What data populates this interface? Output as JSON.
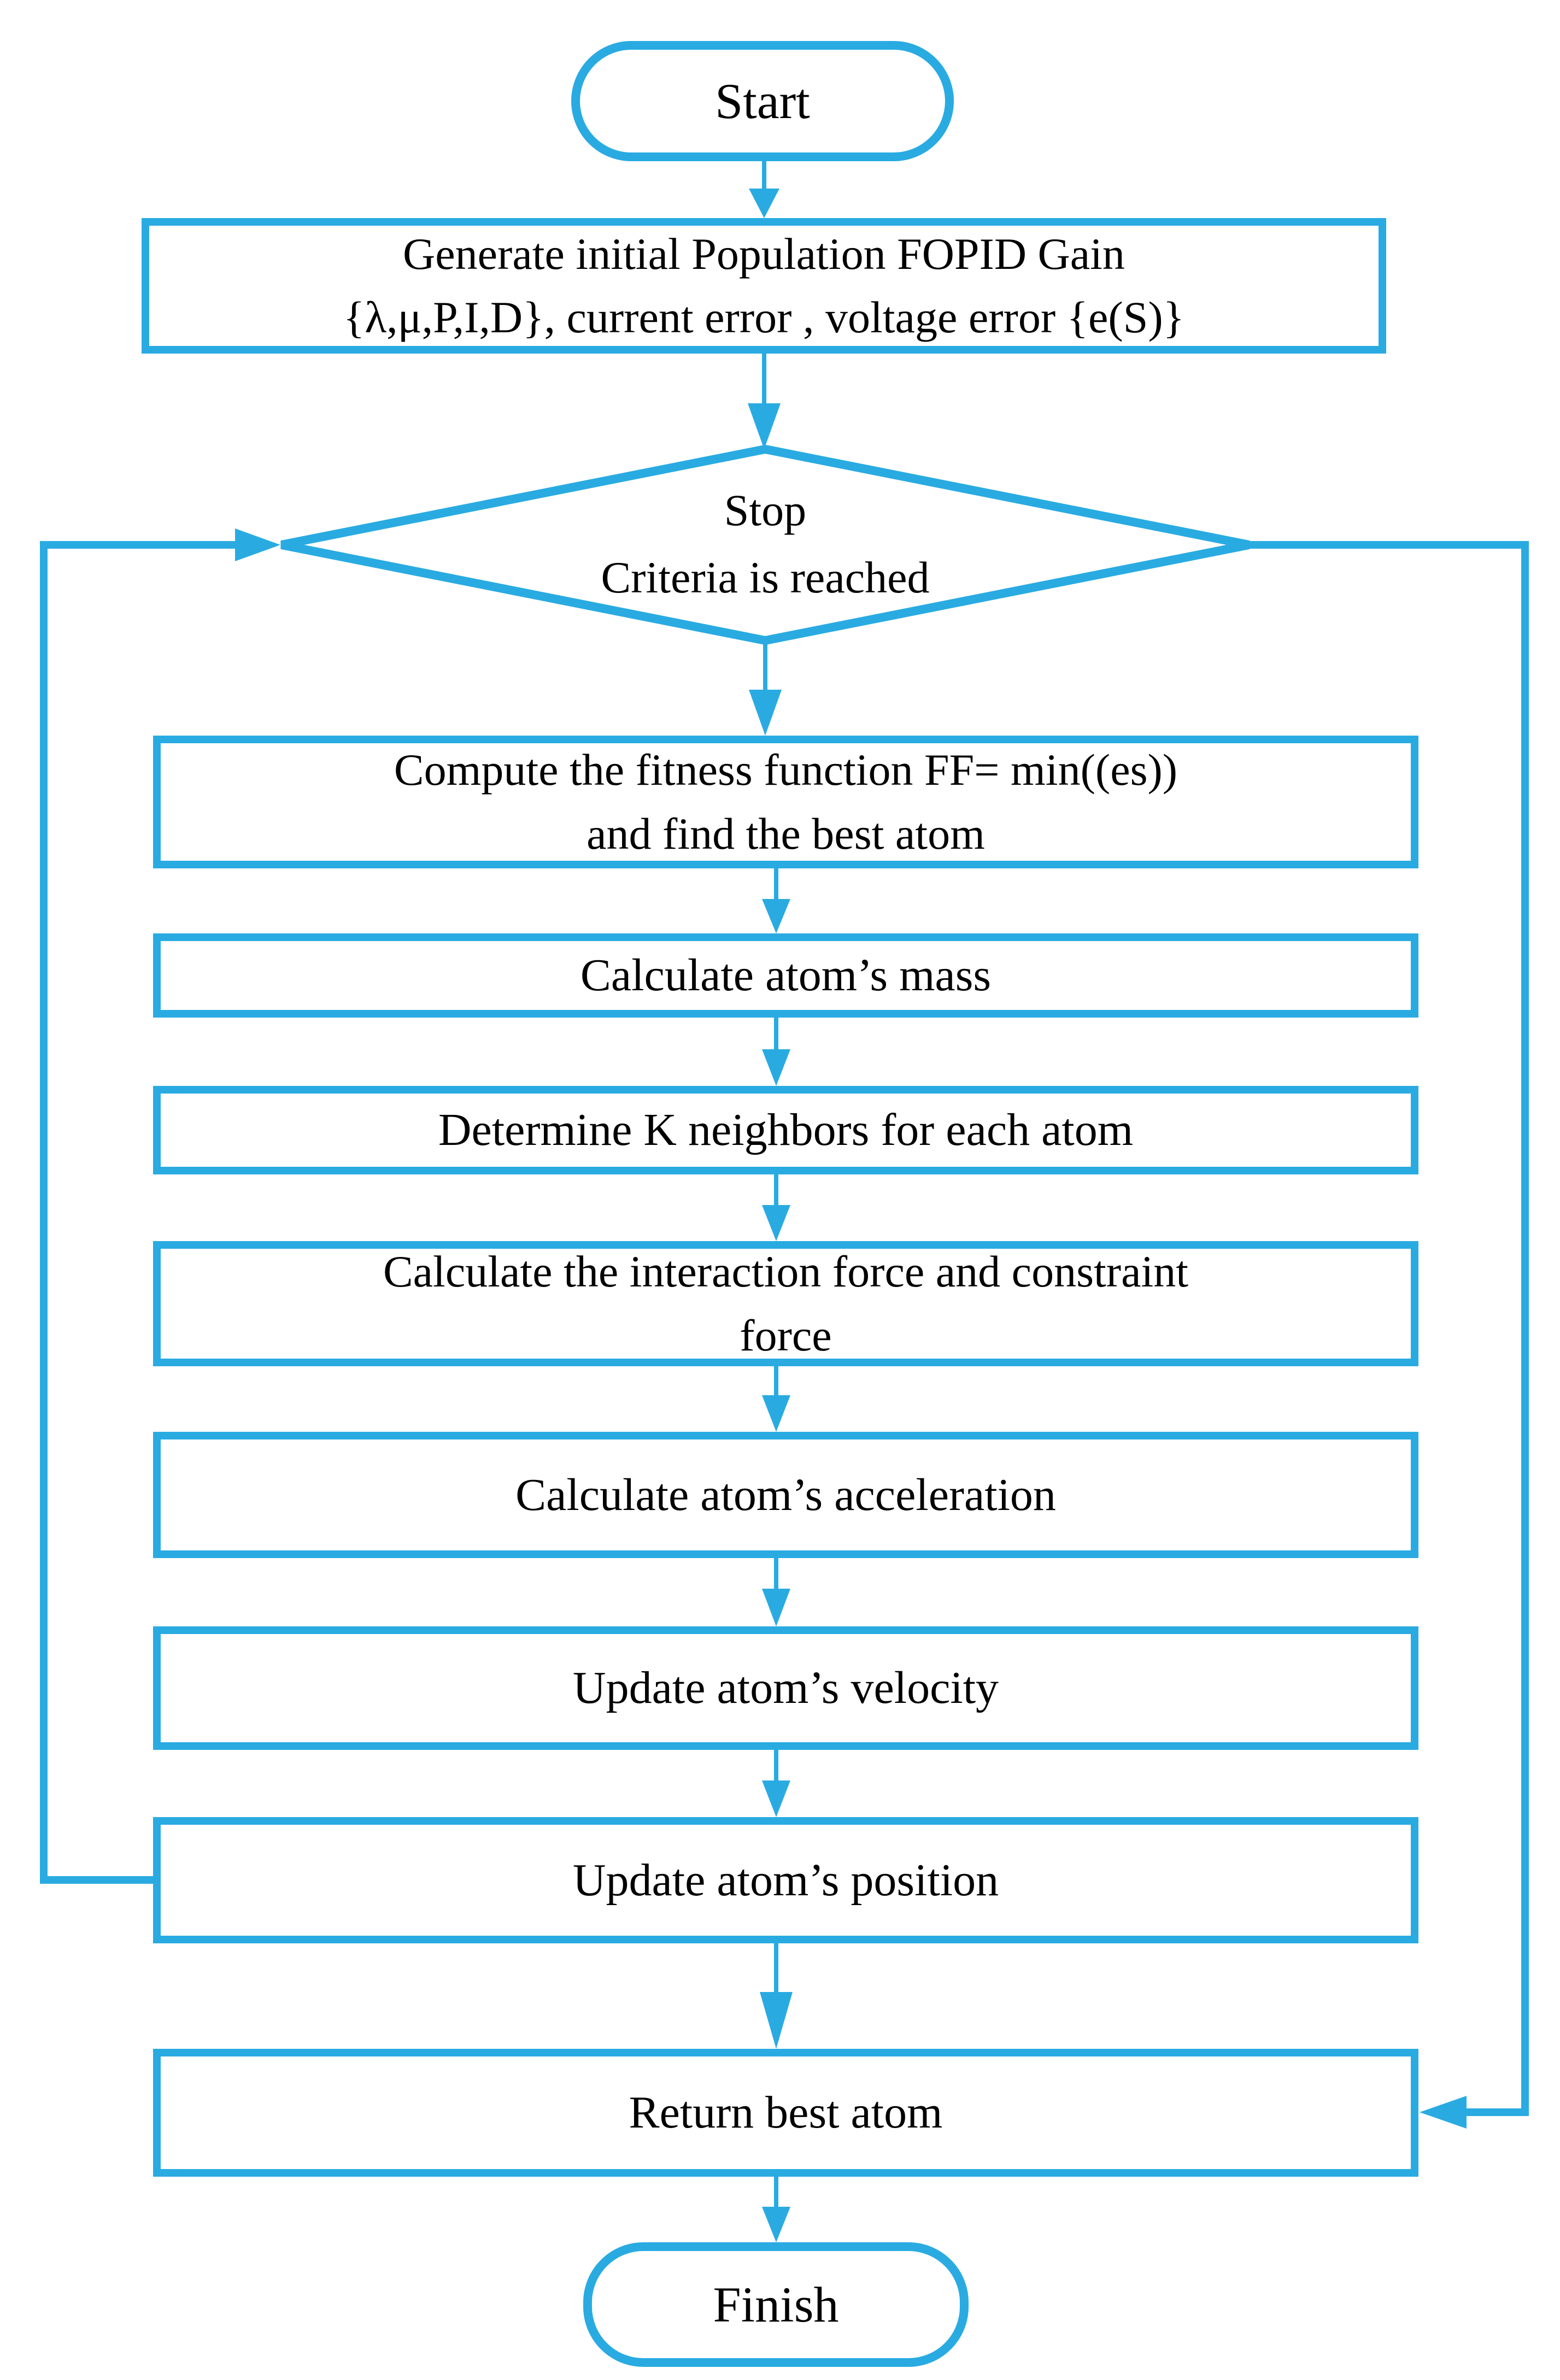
{
  "colors": {
    "accent": "#29ABE2",
    "text": "#000000",
    "background": "#FFFFFF"
  },
  "flowchart": {
    "nodes": {
      "start": {
        "label": "Start"
      },
      "generate": {
        "line1": "Generate initial Population FOPID Gain",
        "line2": "{λ,μ,P,I,D}, current error , voltage error {e(S)}"
      },
      "decision": {
        "line1": "Stop",
        "line2": "Criteria is reached"
      },
      "compute": {
        "line1": "Compute the fitness function FF= min((es))",
        "line2": "and find the best atom"
      },
      "mass": {
        "label": "Calculate atom’s mass"
      },
      "neighbors": {
        "label": "Determine K neighbors for each atom"
      },
      "force": {
        "line1": "Calculate the interaction force and constraint",
        "line2": "force"
      },
      "acceleration": {
        "label": "Calculate atom’s acceleration"
      },
      "velocity": {
        "label": "Update atom’s velocity"
      },
      "position": {
        "label": "Update atom’s position"
      },
      "return_best": {
        "label": "Return best atom"
      },
      "finish": {
        "label": "Finish"
      }
    }
  }
}
